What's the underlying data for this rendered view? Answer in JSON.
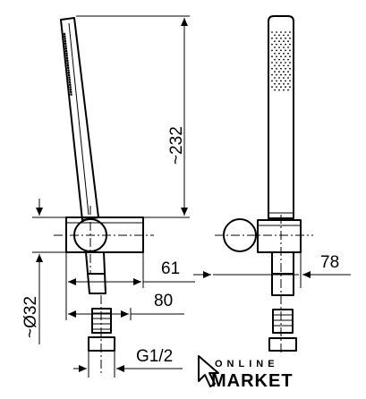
{
  "dimensions": {
    "handshower_length": "~232",
    "wall_bracket_projection_side": "61",
    "wall_bracket_projection_front": "78",
    "hose_clearance": "80",
    "bracket_diameter": "~Ø32",
    "thread": "G1/2"
  },
  "logo": {
    "line1": "ONLINE",
    "line2": "MARKET",
    "icon": "cursor-arrow-icon"
  }
}
